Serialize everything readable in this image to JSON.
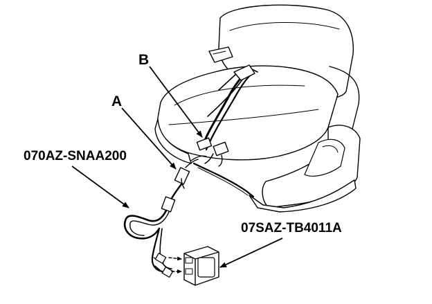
{
  "labels": {
    "b": "B",
    "a": "A",
    "harness_part": "070AZ-SNAA200",
    "module_part": "07SAZ-TB4011A"
  },
  "icons": {
    "seat": "seat-illustration-icon",
    "harness": "wire-harness-icon",
    "module": "control-module-icon"
  },
  "colors": {
    "line": "#000000",
    "background": "#ffffff"
  }
}
